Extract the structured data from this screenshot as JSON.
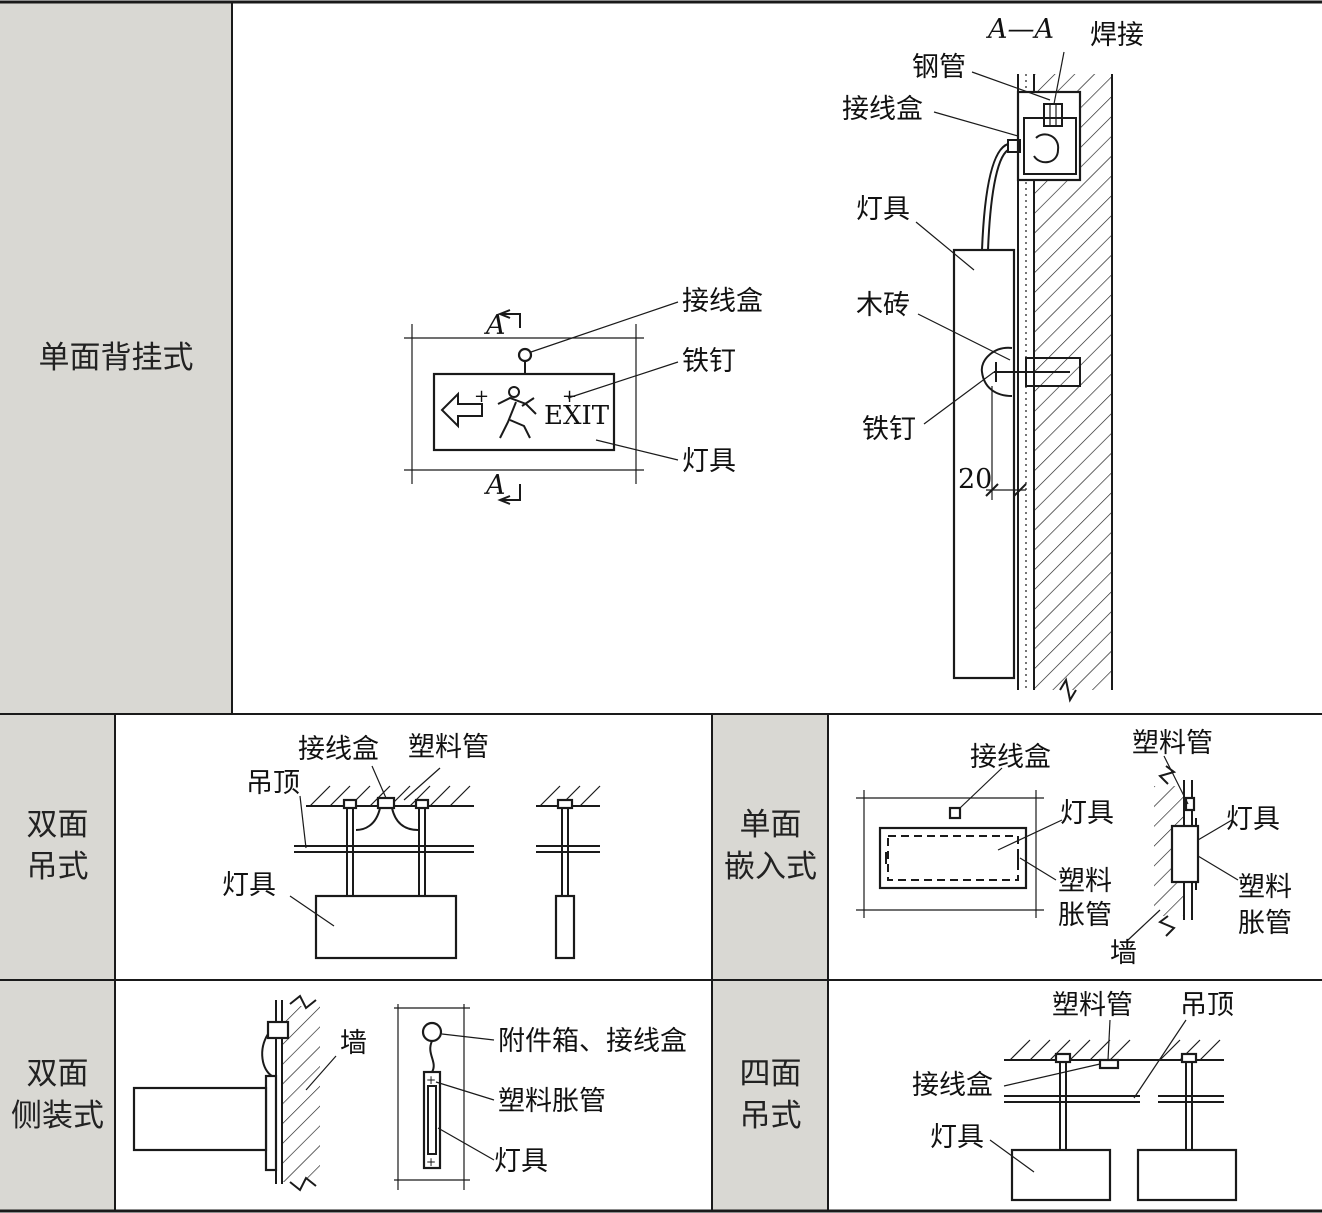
{
  "rows": [
    {
      "header": "单面背挂式"
    },
    {
      "header_left": "双面\n吊式",
      "header_right": "单面\n嵌入式"
    },
    {
      "header_left": "双面\n侧装式",
      "header_right": "四面\n吊式"
    }
  ],
  "single_back": {
    "front_labels": {
      "section_mark_top": "A",
      "section_mark_bottom": "A",
      "junction_box": "接线盒",
      "nail": "铁钉",
      "fixture": "灯具",
      "exit_text": "EXIT"
    },
    "section_labels": {
      "title": "A—A",
      "weld": "焊接",
      "steel_pipe": "钢管",
      "junction_box": "接线盒",
      "fixture": "灯具",
      "wood_brick": "木砖",
      "nail": "铁钉",
      "dimension": "20"
    }
  },
  "double_pendant": {
    "junction_box": "接线盒",
    "plastic_pipe": "塑料管",
    "ceiling": "吊顶",
    "fixture": "灯具"
  },
  "single_embedded": {
    "junction_box": "接线盒",
    "fixture": "灯具",
    "anchor_front": "塑料\n胀管",
    "plastic_pipe": "塑料管",
    "fixture_side": "灯具",
    "anchor_side": "塑料\n胀管",
    "wall": "墙"
  },
  "double_side": {
    "wall": "墙",
    "accessory_box": "附件箱、接线盒",
    "anchor": "塑料胀管",
    "fixture": "灯具"
  },
  "four_pendant": {
    "plastic_pipe": "塑料管",
    "ceiling": "吊顶",
    "junction_box": "接线盒",
    "fixture": "灯具"
  }
}
